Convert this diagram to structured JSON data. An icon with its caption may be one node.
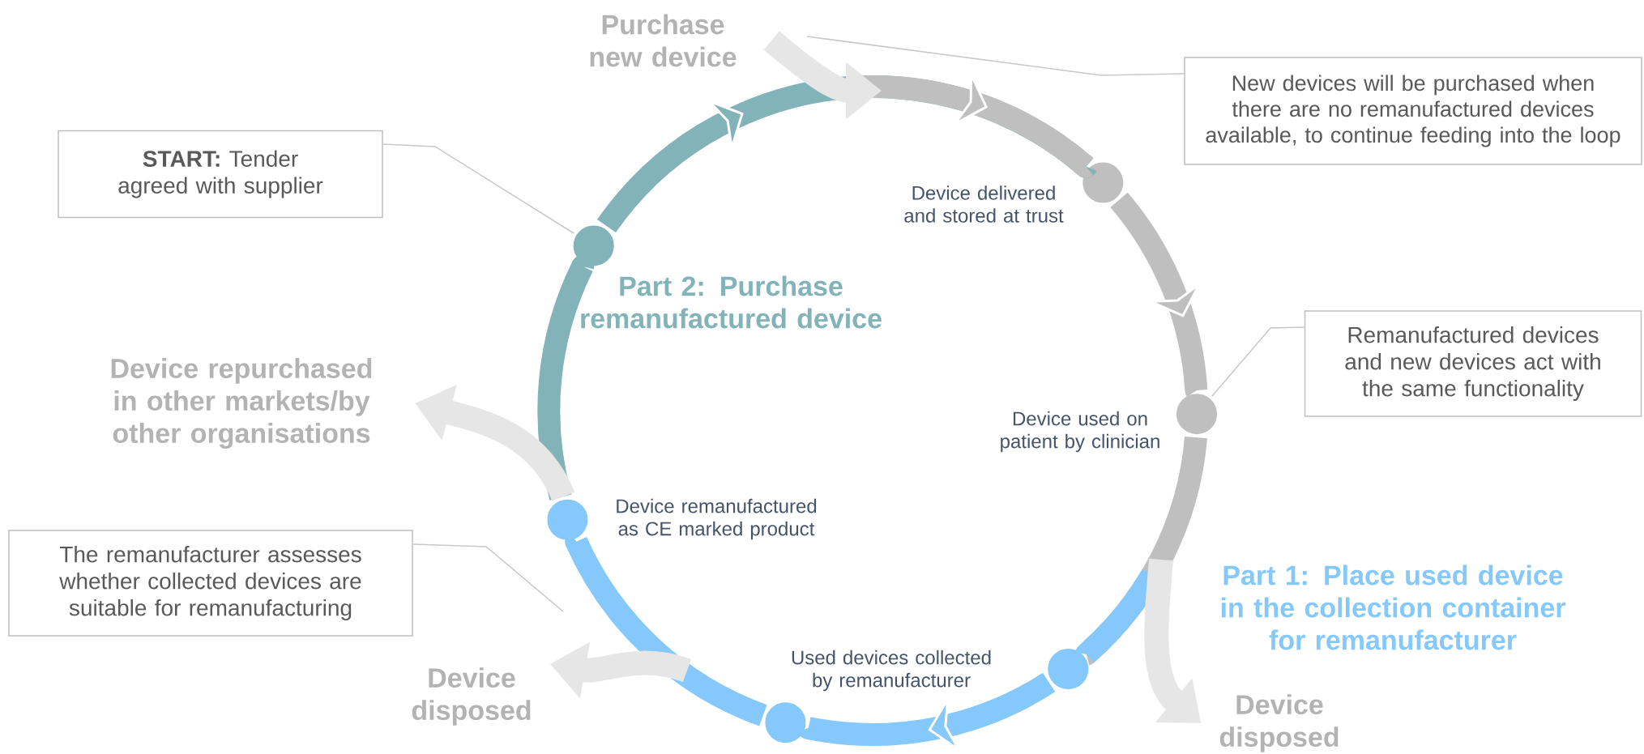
{
  "diagram": {
    "nodes": [
      {
        "text": [
          "Purchase new device"
        ]
      },
      {
        "text": [
          "New devices will be purchased when there are no remanufactured devices available, to continue feeding into the loop"
        ]
      },
      {
        "text": [
          "**START:** Tender agreed with supplier"
        ]
      },
      {
        "text": [],
        "shape": "circle"
      },
      {
        "text": [],
        "shape": "circle",
        "beside": [
          "Device delivered and stored at trust"
        ]
      },
      {
        "text": [],
        "shape": "circle",
        "beside": [
          "Device used on patient by clinician"
        ]
      },
      {
        "text": [
          "Remanufactured devices and new devices act with the same functionality"
        ]
      },
      {
        "text": [
          "Device repurchased in other markets/by other organisations"
        ]
      },
      {
        "text": [],
        "shape": "circle",
        "beside": [
          "Device remanufactured as CE marked product"
        ]
      },
      {
        "text": [
          "The remanufacturer assesses whether collected devices are suitable for remanufacturing"
        ]
      },
      {
        "text": [
          "Device disposed"
        ]
      },
      {
        "text": [],
        "shape": "circle",
        "beside": [
          "Used devices collected by remanufacturer"
        ]
      },
      {
        "text": [],
        "shape": "circle"
      },
      {
        "text": [
          "Device disposed"
        ]
      }
    ],
    "edges": [
      {
        "from": 3,
        "to": 4,
        "arrow": "to",
        "color": "#81b3b9"
      },
      {
        "from": 4,
        "to": 5,
        "arrow": "to",
        "color": "#bfbfbf"
      },
      {
        "from": 5,
        "to": 12,
        "arrow": "none",
        "color": "#bfbfbf"
      },
      {
        "from": 12,
        "to": 11,
        "arrow": "to",
        "color": "#85c8fc"
      },
      {
        "from": 11,
        "to": 8,
        "arrow": "none",
        "color": "#85c8fc"
      },
      {
        "from": 8,
        "to": 3,
        "arrow": "none",
        "color": "#81b3b9"
      },
      {
        "from": 0,
        "to": null,
        "arrow": "to",
        "color": "#e6e6e6"
      },
      {
        "from": 8,
        "to": 7,
        "arrow": "to",
        "color": "#e6e6e6"
      },
      {
        "from": null,
        "to": 10,
        "arrow": "to",
        "color": "#e6e6e6"
      },
      {
        "from": null,
        "to": 13,
        "arrow": "to",
        "color": "#e6e6e6"
      },
      {
        "from": 1,
        "to": null,
        "arrow": "none",
        "color": "#c8c8c8"
      },
      {
        "from": 2,
        "to": 3,
        "arrow": "none",
        "color": "#c8c8c8"
      },
      {
        "from": 6,
        "to": 5,
        "arrow": "none",
        "color": "#c8c8c8"
      },
      {
        "from": 9,
        "to": null,
        "arrow": "none",
        "color": "#c8c8c8"
      }
    ],
    "labels": [
      "Part 2: Purchase remanufactured device",
      "Part 1: Place used device in the collection container for remanufacturer"
    ]
  }
}
